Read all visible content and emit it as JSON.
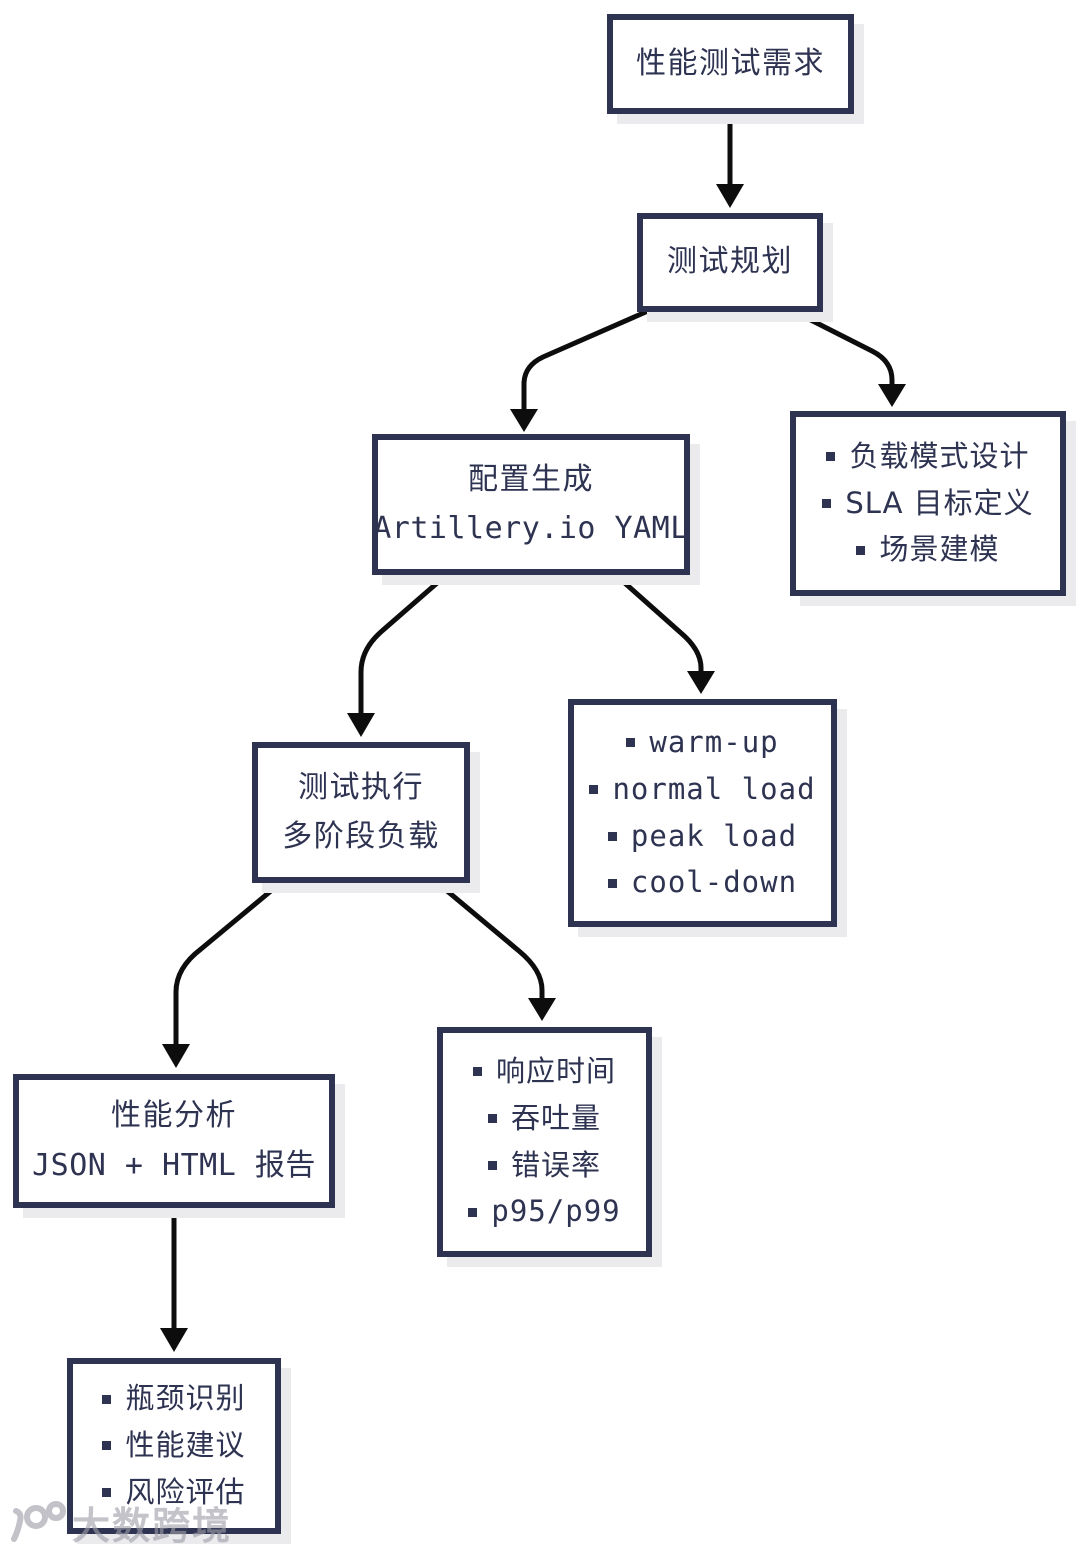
{
  "colors": {
    "ink": "#2e3351",
    "arrow": "#0d0d0e",
    "shadow": "#ebebee",
    "background": "#ffffff",
    "watermark_gray": "#9e9ea8"
  },
  "nodes": {
    "requirements": {
      "title": "性能测试需求"
    },
    "planning": {
      "title": "测试规划"
    },
    "config": {
      "title": "配置生成",
      "subtitle": "Artillery.io YAML"
    },
    "planning_details": {
      "items": [
        "负载模式设计",
        "SLA 目标定义",
        "场景建模"
      ]
    },
    "execution": {
      "title": "测试执行",
      "subtitle": "多阶段负载"
    },
    "load_phases": {
      "items": [
        "warm-up",
        "normal load",
        "peak load",
        "cool-down"
      ]
    },
    "analysis": {
      "title": "性能分析",
      "subtitle": "JSON + HTML 报告"
    },
    "metrics": {
      "items": [
        "响应时间",
        "吞吐量",
        "错误率",
        "p95/p99"
      ]
    },
    "outputs": {
      "items": [
        "瓶颈识别",
        "性能建议",
        "风险评估"
      ]
    }
  },
  "watermark": {
    "text": "大数跨境"
  }
}
